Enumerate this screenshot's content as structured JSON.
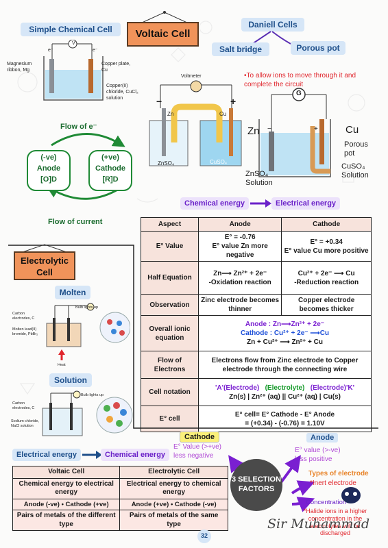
{
  "voltaic": {
    "simple_cell_title": "Simple Chemical Cell",
    "sign_title": "Voltaic Cell",
    "daniell_title": "Daniell Cells",
    "salt_bridge": "Salt bridge",
    "porous_pot": "Porous pot",
    "simple_cell_labels": {
      "magnesium": "Magnesium ribbon, Mg",
      "copper": "Copper plate, Cu",
      "chloride": "Copper(II) chloride, CuCl₂ solution",
      "e1": "e⁻",
      "e2": "e⁻",
      "v": "V"
    },
    "cycle": {
      "flow_e": "Flow of e⁻",
      "flow_current": "Flow of current",
      "anode_sign": "(-ve)",
      "anode": "Anode",
      "anode_od": "[O]D",
      "cathode_sign": "(+ve)",
      "cathode": "Cathode",
      "cathode_rd": "[R]D"
    },
    "salt_bridge_cell": {
      "voltmeter": "Voltmeter",
      "zn": "Zn",
      "cu": "Cu",
      "znso4": "ZnSO₄",
      "cuso4": "CuSO₄",
      "minus": "−",
      "plus": "+"
    },
    "porous_note": "•To allow ions to move through it and complete the circuit",
    "porous_cell": {
      "g": "G",
      "zn": "Zn",
      "cu": "Cu",
      "porous": "Porous pot",
      "cuso4": "CuSO₄ Solution",
      "znso4": "ZnSO₄ Solution",
      "minus": "−",
      "plus": "+"
    },
    "energy_from": "Chemical energy",
    "energy_to": "Electrical energy"
  },
  "comparison_table": {
    "headers": [
      "Aspect",
      "Anode",
      "Cathode"
    ],
    "rows": [
      {
        "aspect": "E° Value",
        "anode": "E° = -0.76\nE° value Zn more negative",
        "cathode": "E° = +0.34\nE° value  Cu more positive"
      },
      {
        "aspect": "Half Equation",
        "anode": "Zn⟶ Zn²⁺ + 2e⁻\n-Oxidation reaction",
        "cathode": "Cu²⁺ + 2e⁻ ⟶ Cu\n-Reduction reaction"
      },
      {
        "aspect": "Observation",
        "anode": "Zinc electrode becomes thinner",
        "cathode": "Copper electrode becomes thicker"
      }
    ],
    "overall": {
      "aspect": "Overall ionic equation",
      "anode_line": "Anode : Zn⟶Zn²⁺ + 2e⁻",
      "cathode_line": "Cathode : Cu²⁺ + 2e⁻ ⟶Cu",
      "net_line": "Zn + Cu²⁺  ⟶  Zn²⁺ + Cu"
    },
    "flow": {
      "aspect": "Flow of Electrons",
      "text": "Electrons flow from Zinc electrode to Copper electrode through the connecting wire"
    },
    "notation": {
      "aspect": "Cell notation",
      "a": "'A'(Electrode)",
      "b": "(Electrolyte)",
      "c": "(Electrode)'K'",
      "line": "Zn(s) | Zn²⁺ (aq) || Cu²⁺ (aq) | Cu(s)"
    },
    "ecell": {
      "aspect": "E° cell",
      "formula": "E° cell= E° Cathode - E° Anode",
      "value": "= (+0.34) - (-0.76) = 1.10V"
    }
  },
  "electrolytic": {
    "sign_title": "Electrolytic Cell",
    "molten": "Molten",
    "solution": "Solution",
    "molten_labels": {
      "carbon": "Carbon electrodes, C",
      "lead": "Molten lead(II) bromide, PbBr₂",
      "bulb": "Bulb lights up",
      "heat": "Heat"
    },
    "solution_labels": {
      "carbon": "Carbon electrodes, C",
      "nacl": "Sodium chloride, NaCl solution",
      "bulb": "Bulb lights up"
    },
    "energy_from": "Electrical energy",
    "energy_to": "Chemical energy"
  },
  "selection": {
    "cathode_label": "Cathode",
    "cathode_desc": "E° Value (>+ve) less negative",
    "anode_label": "Anode",
    "anode_desc": "E° value (>-ve) less positive",
    "center": "3 SELECTION FACTORS",
    "types": "Types of electrode",
    "inert": "*Inert electrode",
    "concentration": "Concentration",
    "halide": "*Halide ions in a higher concentration in the electrolytes will be discharged"
  },
  "bottom_table": {
    "headers": [
      "Voltaic Cell",
      "Electrolytic Cell"
    ],
    "rows": [
      [
        "Chemical energy to electrical energy",
        "Electrical energy to chemical energy"
      ],
      [
        "Anode (-ve) • Cathode (+ve)",
        "Anode (+ve) • Cathode (-ve)"
      ],
      [
        "Pairs of metals of the different type",
        "Pairs of metals of the same type"
      ]
    ]
  },
  "signature": "Sir Muhammad",
  "page_number": "32",
  "colors": {
    "pill_bg": "#d6e6f7",
    "pill_text": "#1e4f8a",
    "sign": "#f0935a",
    "purple": "#7a1fd1",
    "green": "#179a2b",
    "red": "#e0252c",
    "table_header": "#f7e3dc"
  }
}
